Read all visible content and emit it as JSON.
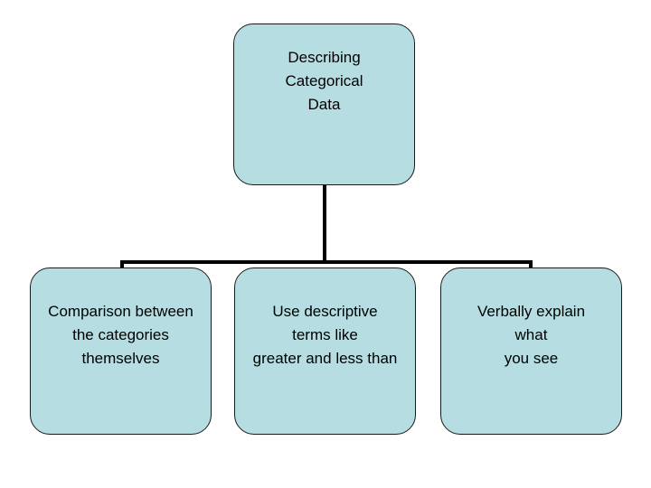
{
  "diagram": {
    "type": "hierarchy-tree",
    "background_color": "#ffffff",
    "node_fill_color": "#b6dee2",
    "node_border_color": "#1a1a1a",
    "connector_color": "#000000",
    "text_color": "#000000",
    "root": {
      "label_line_1": "Describing",
      "label_line_2": "Categorical",
      "label_line_3": "Data"
    },
    "children": [
      {
        "label_line_1": "Comparison between",
        "label_line_2": "the categories",
        "label_line_3": "themselves"
      },
      {
        "label_line_1": "Use descriptive",
        "label_line_2": "terms like",
        "label_line_3": "greater and less than"
      },
      {
        "label_line_1": "Verbally explain",
        "label_line_2": "what",
        "label_line_3": "you see"
      }
    ]
  }
}
